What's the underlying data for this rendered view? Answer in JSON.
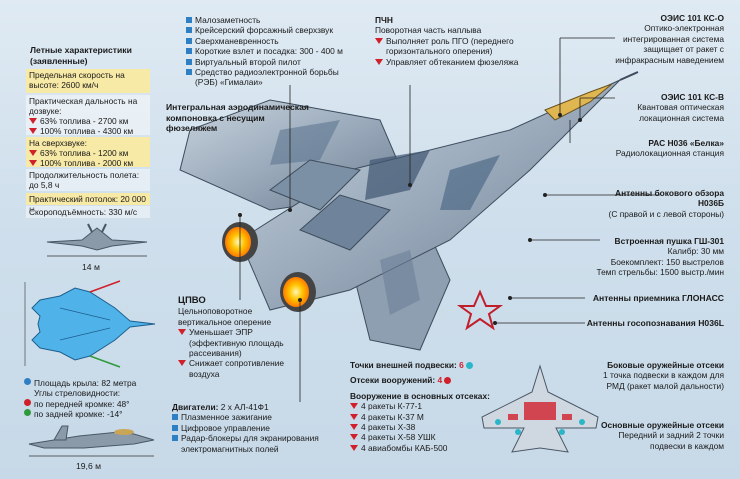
{
  "flight": {
    "title": "Летные характеристики",
    "subtitle": "(заявленные)",
    "max_speed": "Предельная скорость на высоте: 2600 км/ч",
    "range_title": "Практическая дальность на дозвуке:",
    "range_63": "63% топлива - 2700 км",
    "range_100": "100% топлива - 4300 км",
    "super_title": "На сверхзвуке:",
    "super_63": "63% топлива - 1200 км",
    "super_100": "100% топлива - 2000 км",
    "duration": "Продолжительность полета: до 5,8 ч",
    "ceiling": "Практический потолок: 20 000 м",
    "climb": "Скороподъёмность: 330 м/с"
  },
  "features": [
    "Малозаметность",
    "Крейсерский форсажный сверхзвук",
    "Сверхманевренность",
    "Короткие взлет и посадка: 300 - 400 м",
    "Виртуальный второй пилот",
    "Средство радиоэлектронной борьбы (РЭБ) «Гималаи»"
  ],
  "pchn": {
    "title": "ПЧН",
    "subtitle": "Поворотная часть наплыва",
    "items": [
      "Выполняет роль ПГО (переднего горизонтального оперения)",
      "Управляет обтеканием фюзеляжа"
    ]
  },
  "integral": "Интегральная аэродинамическая компоновка с несущим фюзеляжем",
  "oeis0": {
    "title": "ОЭИС 101 КС-О",
    "text": "Оптико-электронная интегрированная система защищает от ракет с инфракрасным наведением"
  },
  "oeisv": {
    "title": "ОЭИС 101 КС-В",
    "text": "Квантовая оптическая локационная система"
  },
  "ras": {
    "title": "РАС Н036 «Белка»",
    "text": "Радиолокационная станция"
  },
  "side_ant": {
    "title": "Антенны бокового обзора Н036Б",
    "text": "(С правой и с левой стороны)"
  },
  "gun": {
    "title": "Встроенная пушка ГШ-301",
    "caliber": "Калибр: 30 мм",
    "ammo": "Боекомплект: 150 выстрелов",
    "rate": "Темп стрельбы: 1500 выстр./мин"
  },
  "glonass": "Антенны приемника ГЛОНАСС",
  "gos": "Антенны госопознавания Н036L",
  "tsvo": {
    "title": "ЦПВО",
    "text": "Цельноповоротное вертикальное оперение",
    "items": [
      "Уменьшает ЭПР (эффективную площадь рассеивания)",
      "Снижает сопротивление воздуха"
    ]
  },
  "engines": {
    "title": "Двигатели:",
    "model": "2 x АЛ-41Ф1",
    "items": [
      "Плазменное зажигание",
      "Цифровое управление",
      "Радар-блокеры для экранирования электромагнитных полей"
    ]
  },
  "hardpoints": {
    "label": "Точки внешней подвески:",
    "count": "6"
  },
  "bays": {
    "label": "Отсеки вооружений:",
    "count": "4"
  },
  "weapons": {
    "title": "Вооружение в основных отсеках:",
    "items": [
      "4 ракеты К-77-1",
      "4 ракеты К-37 М",
      "4 ракеты Х-38",
      "4 ракеты Х-58 УШК",
      "4 авиабомбы КАБ-500"
    ]
  },
  "side_bays": {
    "title": "Боковые оружейные отсеки",
    "text": "1 точка подвески в каждом для РМД (ракет малой дальности)"
  },
  "main_bays": {
    "title": "Основные оружейные отсеки",
    "text": "Передний и задний 2 точки подвески в каждом"
  },
  "dims": {
    "span": "14 м",
    "length": "19,6 м"
  },
  "wing": {
    "area": "Площадь крыла: 82 метра",
    "sweep_title": "Углы стреловидности:",
    "front": "по передней кромке: 48°",
    "rear": "по задней кромке: -14°"
  },
  "colors": {
    "accent": "#d0202a",
    "blue": "#2f7fc4",
    "green": "#2e9a3c",
    "highlight": "#f7e9a6"
  }
}
